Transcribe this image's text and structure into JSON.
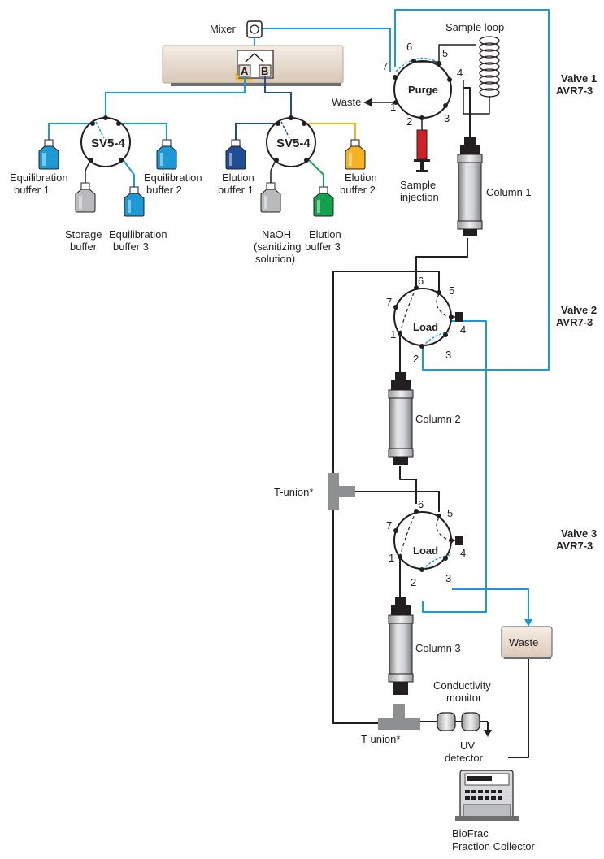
{
  "labels": {
    "mixer": "Mixer",
    "sample_loop": "Sample loop",
    "waste_top": "Waste",
    "sample_injection": [
      "Sample",
      "injection"
    ],
    "column1": "Column 1",
    "column2": "Column 2",
    "column3": "Column 3",
    "t_union_mid": "T-union*",
    "t_union_bottom": "T-union*",
    "waste_box": "Waste",
    "conductivity": [
      "Conductivity",
      "monitor"
    ],
    "uv": [
      "UV",
      "detector"
    ],
    "biofrac": [
      "BioFrac",
      "Fraction Collector"
    ],
    "port_a": "A",
    "port_b": "B"
  },
  "valves": [
    {
      "title": [
        "Valve 1",
        "AVR7-3"
      ],
      "mode": "Purge",
      "ports": [
        "1",
        "2",
        "3",
        "4",
        "5",
        "6",
        "7"
      ]
    },
    {
      "title": [
        "Valve 2",
        "AVR7-3"
      ],
      "mode": "Load",
      "ports": [
        "1",
        "2",
        "3",
        "4",
        "5",
        "6",
        "7"
      ]
    },
    {
      "title": [
        "Valve 3",
        "AVR7-3"
      ],
      "mode": "Load",
      "ports": [
        "1",
        "2",
        "3",
        "4",
        "5",
        "6",
        "7"
      ]
    }
  ],
  "selection_valves": [
    {
      "name": "SV5-4",
      "bottles": [
        {
          "label": [
            "Equilibration",
            "buffer 1"
          ],
          "color": "#1b9ad6"
        },
        {
          "label": [
            "Storage",
            "buffer"
          ],
          "color": "#b9babc"
        },
        {
          "label": [
            "Equilibration",
            "buffer 3"
          ],
          "color": "#1b9ad6"
        },
        {
          "label": [
            "Equilibration",
            "buffer 2"
          ],
          "color": "#1b9ad6"
        }
      ]
    },
    {
      "name": "SV5-4",
      "bottles": [
        {
          "label": [
            "Elution",
            "buffer 1"
          ],
          "color": "#1f4e96"
        },
        {
          "label": [
            "NaOH",
            "(sanitizing",
            "solution)"
          ],
          "color": "#b9babc"
        },
        {
          "label": [
            "Elution",
            "buffer 3"
          ],
          "color": "#12a24b"
        },
        {
          "label": [
            "Elution",
            "buffer 2"
          ],
          "color": "#f5b322"
        }
      ]
    }
  ],
  "colors": {
    "line_dark": "#231f20",
    "line_light_blue": "#1b9ad6",
    "line_dark_blue": "#1f4e96",
    "line_orange": "#f5b322",
    "line_green": "#12a24b",
    "syringe_red": "#d02128",
    "column_gray": "#b9babc",
    "pump_beige": "#e8ddd2",
    "waste_box_fill": "#efe3d6",
    "t_union_gray": "#8e8f91"
  }
}
